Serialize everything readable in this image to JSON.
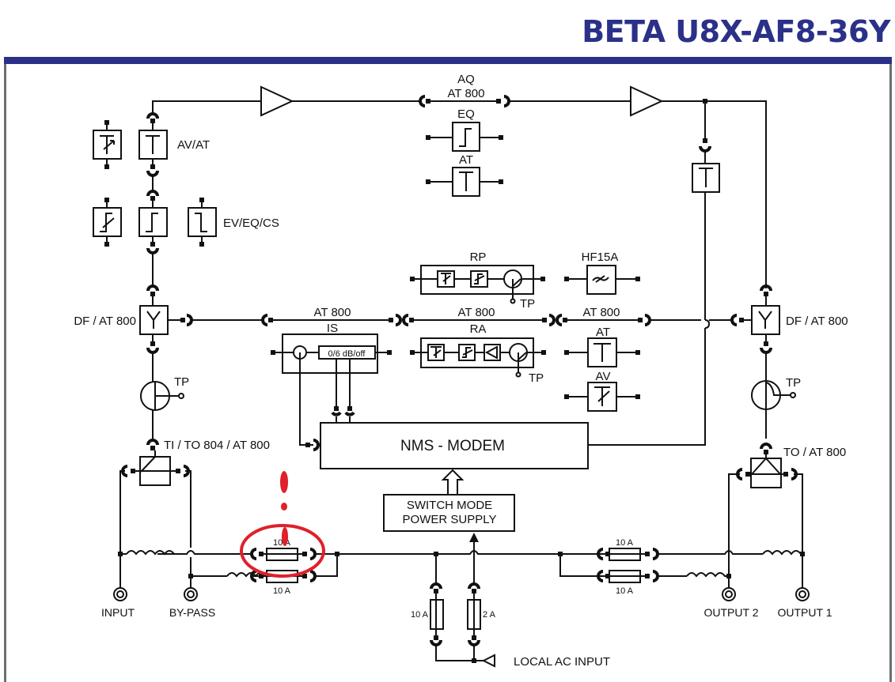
{
  "header": {
    "title": "BETA U8X-AF8-36Y",
    "accent_color": "#2b3088"
  },
  "diagram": {
    "upstream_path": {
      "forward_label_top": "AQ",
      "forward_label_bottom": "AT 800",
      "eq_label": "EQ",
      "at_label": "AT",
      "left_plugin_top_label": "AV/AT",
      "left_plugin_mid_label": "EV/EQ/CS"
    },
    "left_side": {
      "diplexer_label": "DF / AT 800",
      "testpoint_label": "TP",
      "input_module_label": "TI / TO 804 / AT 800",
      "input_label": "INPUT",
      "bypass_label": "BY-PASS"
    },
    "right_side": {
      "diplexer_label": "DF / AT 800",
      "testpoint_label": "TP",
      "output_module_label": "TO / AT 800",
      "output2_label": "OUTPUT 2",
      "output1_label": "OUTPUT 1"
    },
    "return_path": {
      "at800_left": "AT 800",
      "at800_mid": "AT 800",
      "at800_right": "AT 800",
      "rp_label": "RP",
      "rp_tp_label": "TP",
      "hf_label": "HF15A",
      "is_label": "IS",
      "is_switch_label": "0/6 dB/off",
      "ra_label": "RA",
      "ra_tp_label": "TP",
      "at_label": "AT",
      "av_label": "AV"
    },
    "modem_label": "NMS - MODEM",
    "psu_line1": "SWITCH MODE",
    "psu_line2": "POWER SUPPLY",
    "fuses": {
      "input_top": "10 A",
      "input_bottom": "10 A",
      "output_top": "10 A",
      "output_bottom": "10 A",
      "local_left": "10 A",
      "local_right": "2 A"
    },
    "local_ac_label": "LOCAL AC INPUT",
    "annotation": {
      "mark": "!",
      "color": "#e0202a",
      "highlighted": "input top fuse 10 A"
    }
  }
}
